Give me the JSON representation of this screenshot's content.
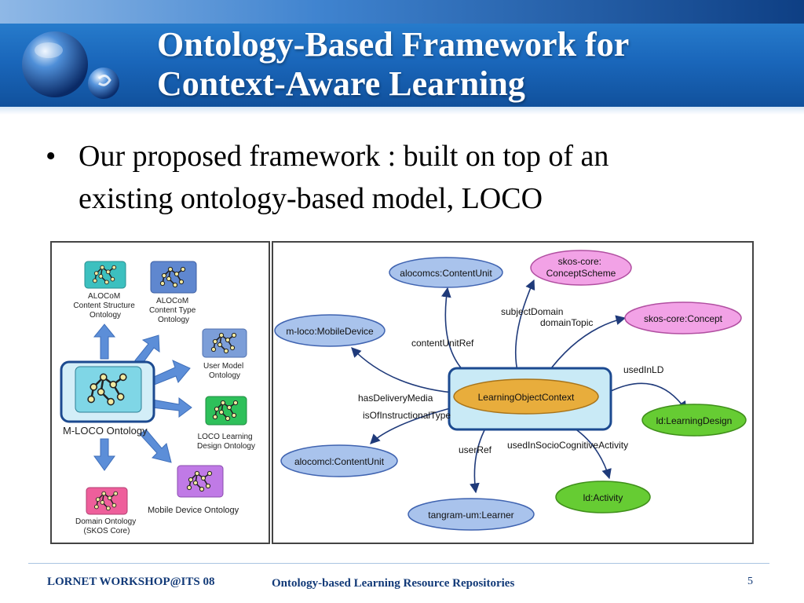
{
  "slide": {
    "title_line1": "Ontology-Based Framework for",
    "title_line2": "Context-Aware Learning",
    "bullet_char": "•",
    "bullet_line1": "Our proposed framework : built on top of an",
    "bullet_line2": "existing ontology-based model, LOCO"
  },
  "left_diagram": {
    "alocom_structure": [
      "ALOCoM",
      "Content Structure",
      "Ontology"
    ],
    "alocom_type": [
      "ALOCoM",
      "Content Type",
      "Ontology"
    ],
    "user_model": [
      "User Model",
      "Ontology"
    ],
    "mloco": "M-LOCO Ontology",
    "loco_learning": [
      "LOCO Learning",
      "Design Ontology"
    ],
    "domain": [
      "Domain Ontology",
      "(SKOS Core)"
    ],
    "mobile": "Mobile Device Ontology"
  },
  "right_diagram": {
    "nodes": {
      "content_unit": "alocomcs:ContentUnit",
      "concept_scheme": [
        "skos-core:",
        "ConceptScheme"
      ],
      "mobile_device": "m-loco:MobileDevice",
      "concept": "skos-core:Concept",
      "learning_object_context": "LearningObjectContext",
      "learning_design": "ld:LearningDesign",
      "alocomcl_content_unit": "alocomcl:ContentUnit",
      "activity": "ld:Activity",
      "learner": "tangram-um:Learner"
    },
    "edges": {
      "subject_domain": "subjectDomain",
      "domain_topic": "domainTopic",
      "content_unit_ref": "contentUnitRef",
      "used_in_ld": "usedInLD",
      "has_delivery_media": "hasDeliveryMedia",
      "is_of_instructional_type": "isOfInstructionalType",
      "user_ref": "userRef",
      "used_in_socio": "usedInSocioCognitiveActivity"
    }
  },
  "footer": {
    "left": "LORNET WORKSHOP@ITS 08",
    "center": "Ontology-based Learning Resource Repositories",
    "page": "5"
  },
  "colors": {
    "title_text": "#ffffff",
    "header_blue": "#1a67bb",
    "node_blue": "#a9c3ec",
    "node_pink": "#f2a2e6",
    "node_green": "#66cc33",
    "node_orange": "#e8ad3c",
    "highlight_frame": "#1c4a90",
    "footer_text": "#123a78"
  }
}
